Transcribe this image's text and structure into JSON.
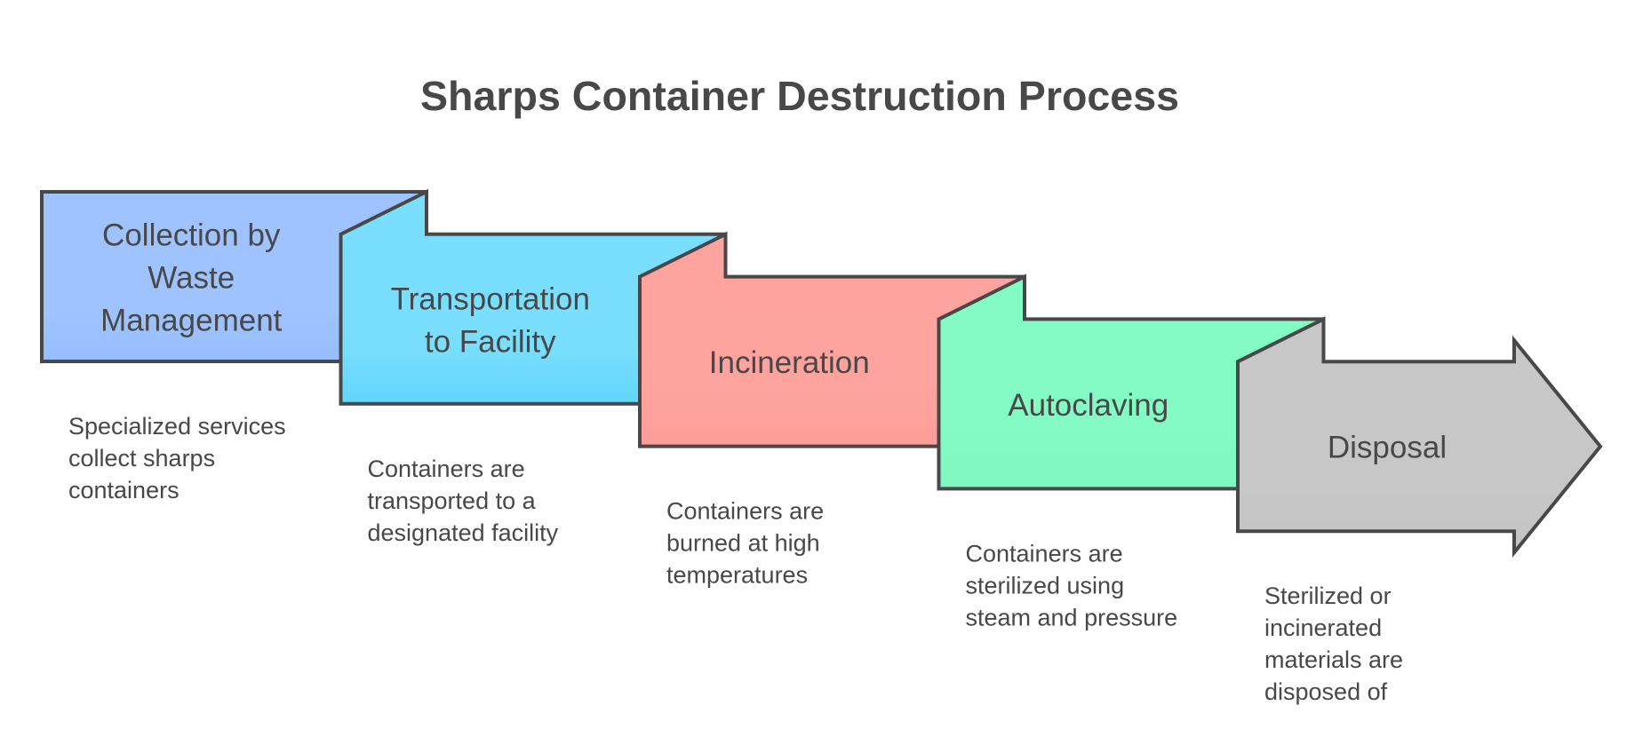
{
  "title": "Sharps Container Destruction Process",
  "steps": [
    {
      "label_lines": [
        "Collection by",
        "Waste",
        "Management"
      ],
      "description_lines": [
        "Specialized services",
        "collect sharps",
        "containers"
      ],
      "color_top": "#9EC3FF",
      "color_bottom": "#97BDFD"
    },
    {
      "label_lines": [
        "Transportation",
        "to Facility"
      ],
      "description_lines": [
        "Containers are",
        "transported to a",
        "designated facility"
      ],
      "color_top": "#7ADFFF",
      "color_bottom": "#62D5FC"
    },
    {
      "label_lines": [
        "Incineration"
      ],
      "description_lines": [
        "Containers are",
        "burned at high",
        "temperatures"
      ],
      "color_top": "#FFA39E",
      "color_bottom": "#FD9D98"
    },
    {
      "label_lines": [
        "Autoclaving"
      ],
      "description_lines": [
        "Containers are",
        "sterilized using",
        "steam and pressure"
      ],
      "color_top": "#84FAC4",
      "color_bottom": "#80F7C0"
    },
    {
      "label_lines": [
        "Disposal"
      ],
      "description_lines": [
        "Sterilized or",
        "incinerated",
        "materials are",
        "disposed of"
      ],
      "color_top": "#C7C7C7",
      "color_bottom": "#C4C4C4",
      "is_arrow": true
    }
  ],
  "colors": {
    "outline": "#484848",
    "text": "#484848",
    "background": "#FFFFFF"
  }
}
